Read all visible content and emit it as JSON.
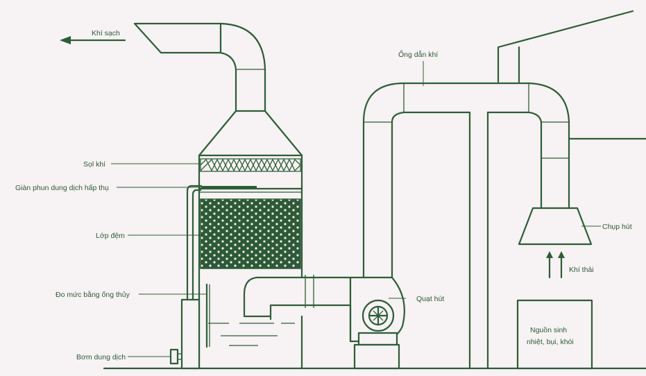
{
  "labels": {
    "khi_sach": "Khí sạch",
    "ong_dan_khi": "Ống dẫn khí",
    "soi_khi": "Sọl khí",
    "gian_phun": "Giàn phun dung dịch hấp thụ",
    "lop_dem": "Lớp đệm",
    "chup_hut": "Chụp hút",
    "khi_thai": "Khí thải",
    "do_muc": "Đo mức bằng ống thủy",
    "quat_hut": "Quạt hút",
    "nguon_line1": "Nguồn sinh",
    "nguon_line2": "nhiệt, bụi, khói",
    "bom": "Bơm dung dịch"
  },
  "colors": {
    "line": "#2b5e36",
    "background": "#f7f2f3",
    "packing": "#2d5a36"
  }
}
